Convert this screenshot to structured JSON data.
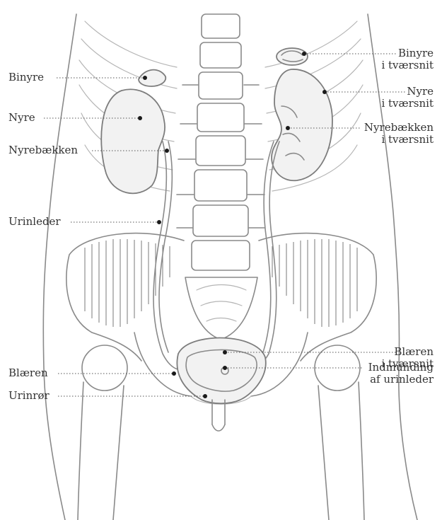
{
  "labels": {
    "binyre": "Binyre",
    "nyre": "Nyre",
    "nyrebaekken": "Nyrebækken",
    "urinleder": "Urinleder",
    "blaeren": "Blæren",
    "urinroer": "Urinrør",
    "binyre_tvaersnit": [
      "Binyre",
      "i tværsnit"
    ],
    "nyre_tvaersnit": [
      "Nyre",
      "i tværsnit"
    ],
    "nyrebaekken_tvaersnit": [
      "Nyrebækken",
      "i tværsnit"
    ],
    "blaeren_tvaersnit": [
      "Blæren",
      "i tværsnit"
    ],
    "indmunding": [
      "Indmunding",
      "af urinleder"
    ]
  },
  "colors": {
    "line_art": "#8a8a8a",
    "leader": "#555555",
    "text": "#333333",
    "background": "#ffffff"
  }
}
